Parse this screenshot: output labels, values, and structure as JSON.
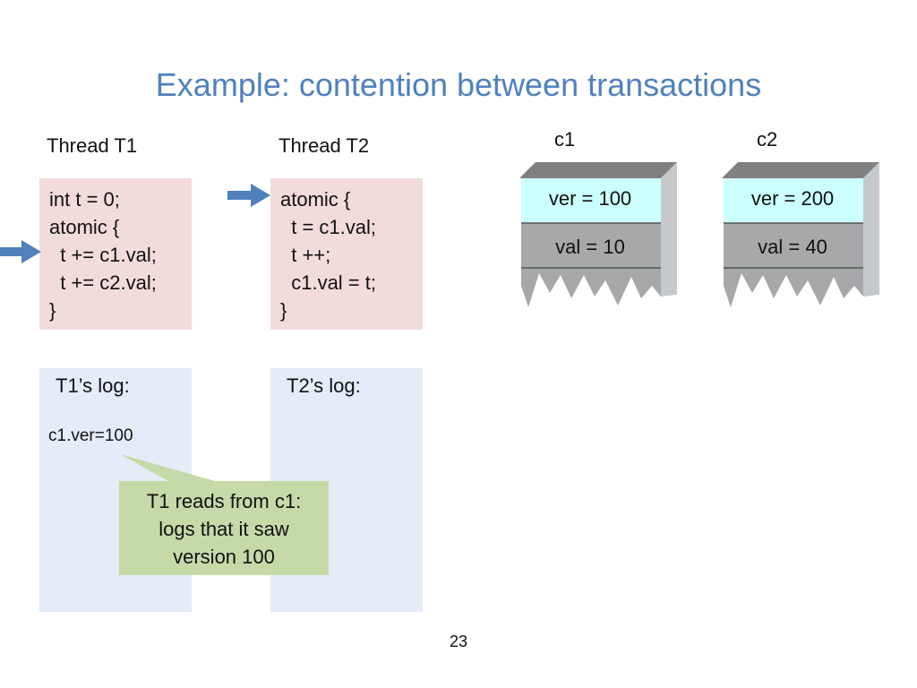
{
  "slide": {
    "title": "Example: contention between transactions",
    "page_number": "23"
  },
  "threads": [
    {
      "label": "Thread T1",
      "code": [
        "int t = 0;",
        "atomic {",
        "  t += c1.val;",
        "  t += c2.val;",
        "}"
      ],
      "log_title": "T1’s log:",
      "log_entries": [
        "c1.ver=100"
      ]
    },
    {
      "label": "Thread T2",
      "code": [
        "atomic {",
        "  t = c1.val;",
        "  t ++;",
        "  c1.val = t;",
        "}"
      ],
      "log_title": "T2’s log:",
      "log_entries": []
    }
  ],
  "cells": [
    {
      "name": "c1",
      "ver": "ver = 100",
      "val": "val = 10"
    },
    {
      "name": "c2",
      "ver": "ver = 200",
      "val": "val = 40"
    }
  ],
  "callout": {
    "lines": [
      "T1 reads from c1:",
      "logs that it saw",
      "version 100"
    ]
  },
  "colors": {
    "title": "#4f81bd",
    "code_box": "#f2dcdb",
    "log_box": "#e3ecf7",
    "callout": "#c6d9a8",
    "arrow": "#4f81bd",
    "cell_ver_fill": "#ccffff",
    "cell_val_fill": "#a6a8aa",
    "cell_top": "#808080",
    "cell_side": "#c6c9cc"
  },
  "icons": {
    "execution_pointer": "right-arrow-icon"
  }
}
